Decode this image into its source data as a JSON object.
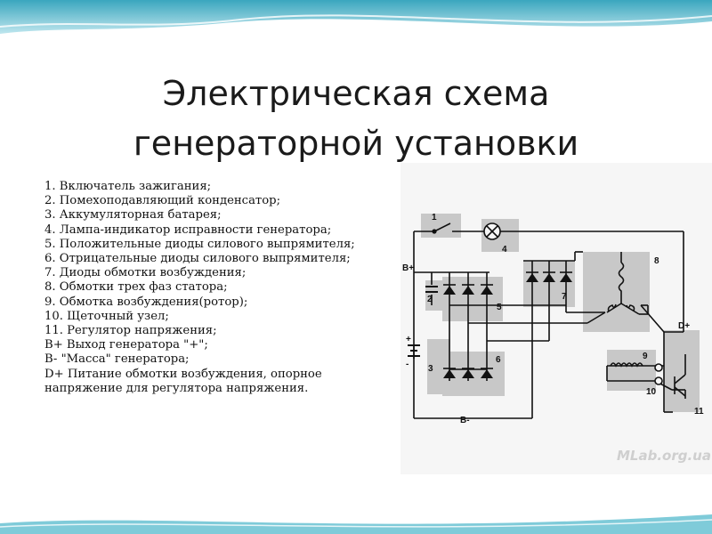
{
  "title": {
    "line1": "Электрическая схема",
    "line2": "генераторной установки"
  },
  "legend_items": [
    "1. Включатель зажигания;",
    "2. Помехоподавляющий конденсатор;",
    "3. Аккумуляторная батарея;",
    "4. Лампа-индикатор исправности генератора;",
    "5. Положительные диоды силового выпрямителя;",
    "6. Отрицательные диоды силового выпрямителя;",
    "7. Диоды обмотки возбуждения;",
    "8. Обмотки трех фаз статора;",
    "9. Обмотка возбуждения(ротор);",
    "10. Щеточный узел;",
    "11. Регулятор напряжения;",
    "B+ Выход генератора \"+\";",
    "B- \"Масса\" генератора;",
    "D+ Питание обмотки возбуждения, опорное напряжение для регулятора напряжения."
  ],
  "diagram": {
    "labels": {
      "n1": "1",
      "n2": "2",
      "n3": "3",
      "n4": "4",
      "n5": "5",
      "n6": "6",
      "n7": "7",
      "n8": "8",
      "n9": "9",
      "n10": "10",
      "n11": "11",
      "bplus": "B+",
      "bminus": "B-",
      "dplus": "D+",
      "battery_plus": "+",
      "battery_minus": "-"
    },
    "watermark": "MLab.org.ua"
  },
  "colors": {
    "header": "#4fb3c7",
    "component_fill": "#c8c8c8",
    "wire": "#111111"
  }
}
